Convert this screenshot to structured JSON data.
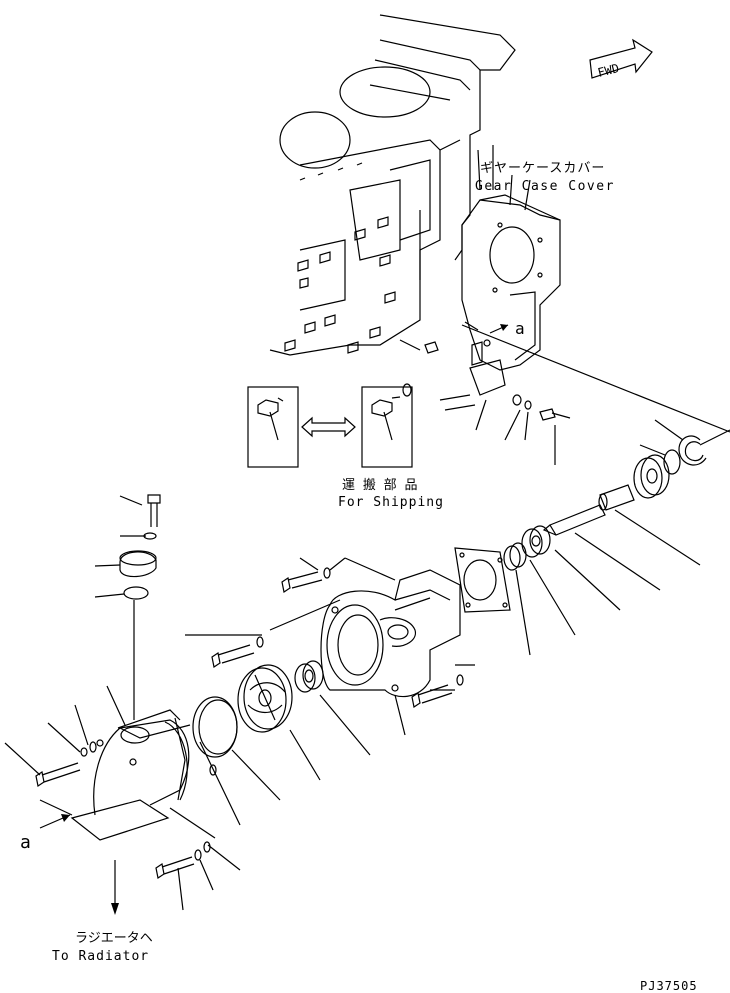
{
  "labels": {
    "gear_case_cover_jp": "ギヤーケースカバー",
    "gear_case_cover_en": "Gear Case Cover",
    "for_shipping_jp": "運 搬 部 品",
    "for_shipping_en": "For Shipping",
    "to_radiator_jp": "ラジエータヘ",
    "to_radiator_en": "To Radiator",
    "fwd": "FWD",
    "ref_a_top": "a",
    "ref_a_left": "a",
    "drawing_number": "PJ37505"
  }
}
